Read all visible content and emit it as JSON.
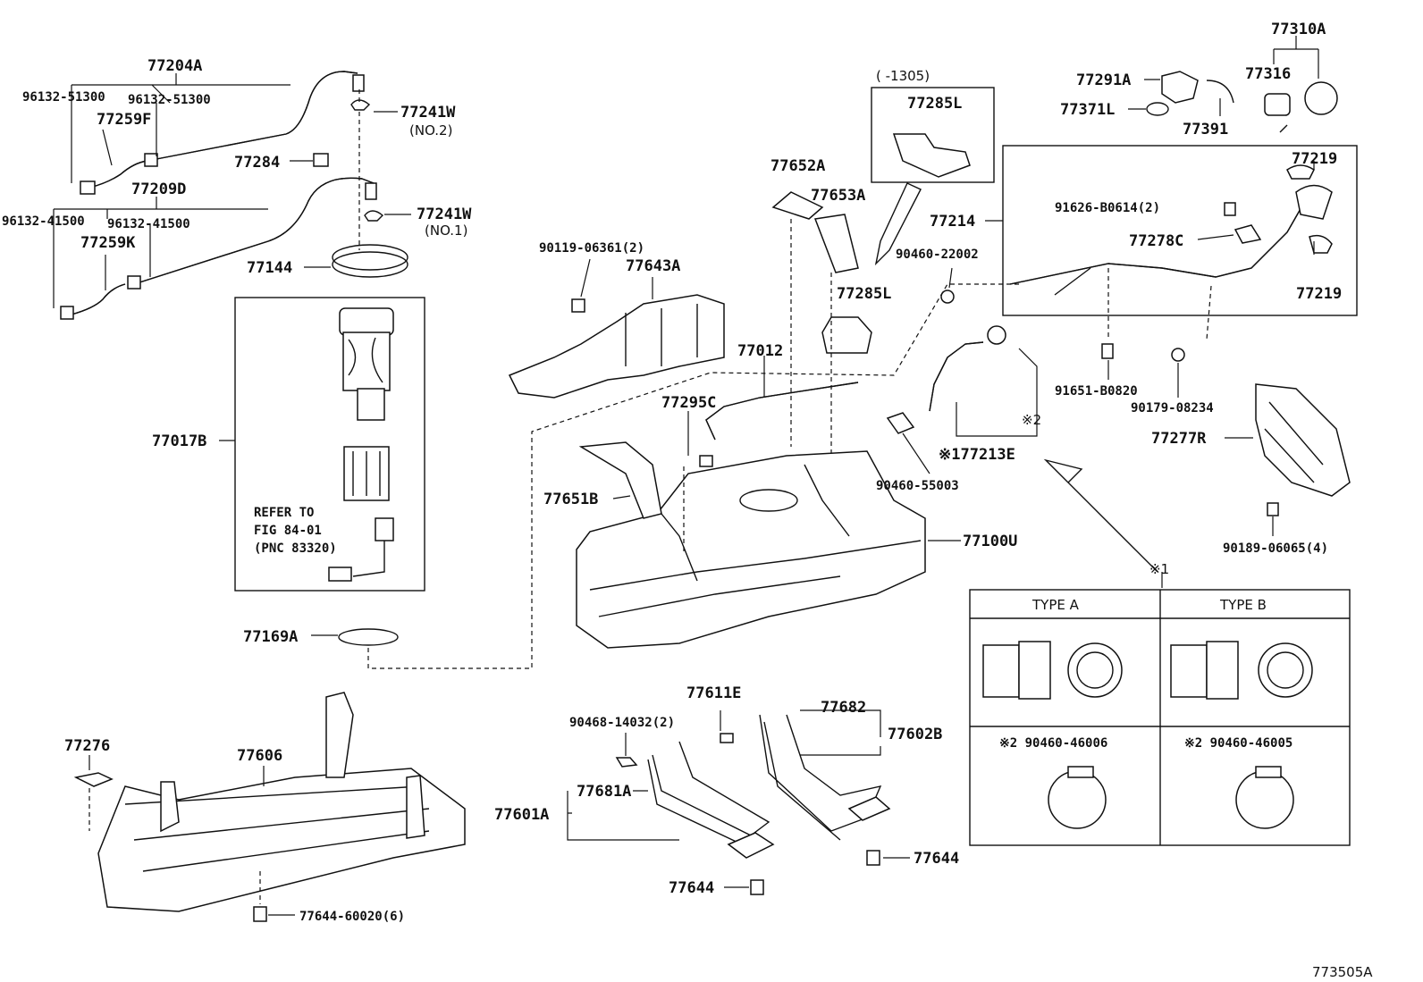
{
  "diagram_id": "773505A",
  "labels": {
    "p77204A": "77204A",
    "p96132_51300_a": "96132-51300",
    "p96132_51300_b": "96132-51300",
    "p77259F": "77259F",
    "p77284": "77284",
    "p77241W_2": "77241W",
    "p77241W_2_note": "(NO.2)",
    "p77209D": "77209D",
    "p96132_41500_a": "96132-41500",
    "p96132_41500_b": "96132-41500",
    "p77259K": "77259K",
    "p77241W_1": "77241W",
    "p77241W_1_note": "(NO.1)",
    "p77144": "77144",
    "p77017B": "77017B",
    "refer_line1": "REFER TO",
    "refer_line2": "FIG 84-01",
    "refer_line3": "(PNC 83320)",
    "p77169A": "77169A",
    "p77276": "77276",
    "p77606": "77606",
    "p77644_60020": "77644-60020(6)",
    "range_1305": "( -1305)",
    "p77285L_box": "77285L",
    "p77652A": "77652A",
    "p77653A": "77653A",
    "p77285L": "77285L",
    "p90119_06361": "90119-06361(2)",
    "p77643A": "77643A",
    "p77012": "77012",
    "p77295C": "77295C",
    "p77651B": "77651B",
    "p77100U": "77100U",
    "p77611E": "77611E",
    "p90468_14032": "90468-14032(2)",
    "p77681A": "77681A",
    "p77601A": "77601A",
    "p77644_a": "77644",
    "p77682": "77682",
    "p77602B": "77602B",
    "p77644_b": "77644",
    "p90460_22002": "90460-22002",
    "p77213E": "※177213E",
    "mark2": "※2",
    "p90460_55003": "90460-55003",
    "p77310A": "77310A",
    "p77291A": "77291A",
    "p77316": "77316",
    "p77371L": "77371L",
    "p77391": "77391",
    "p77219_a": "77219",
    "p91626_B0614": "91626-B0614(2)",
    "p77214": "77214",
    "p77278C": "77278C",
    "p77219_b": "77219",
    "p91651_B0820": "91651-B0820",
    "p90179_08234": "90179-08234",
    "p77277R": "77277R",
    "p90189_06065": "90189-06065(4)",
    "mark1": "※1",
    "type_a": "TYPE A",
    "type_b": "TYPE B",
    "type_a_clamp": "※2 90460-46006",
    "type_b_clamp": "※2 90460-46005"
  }
}
